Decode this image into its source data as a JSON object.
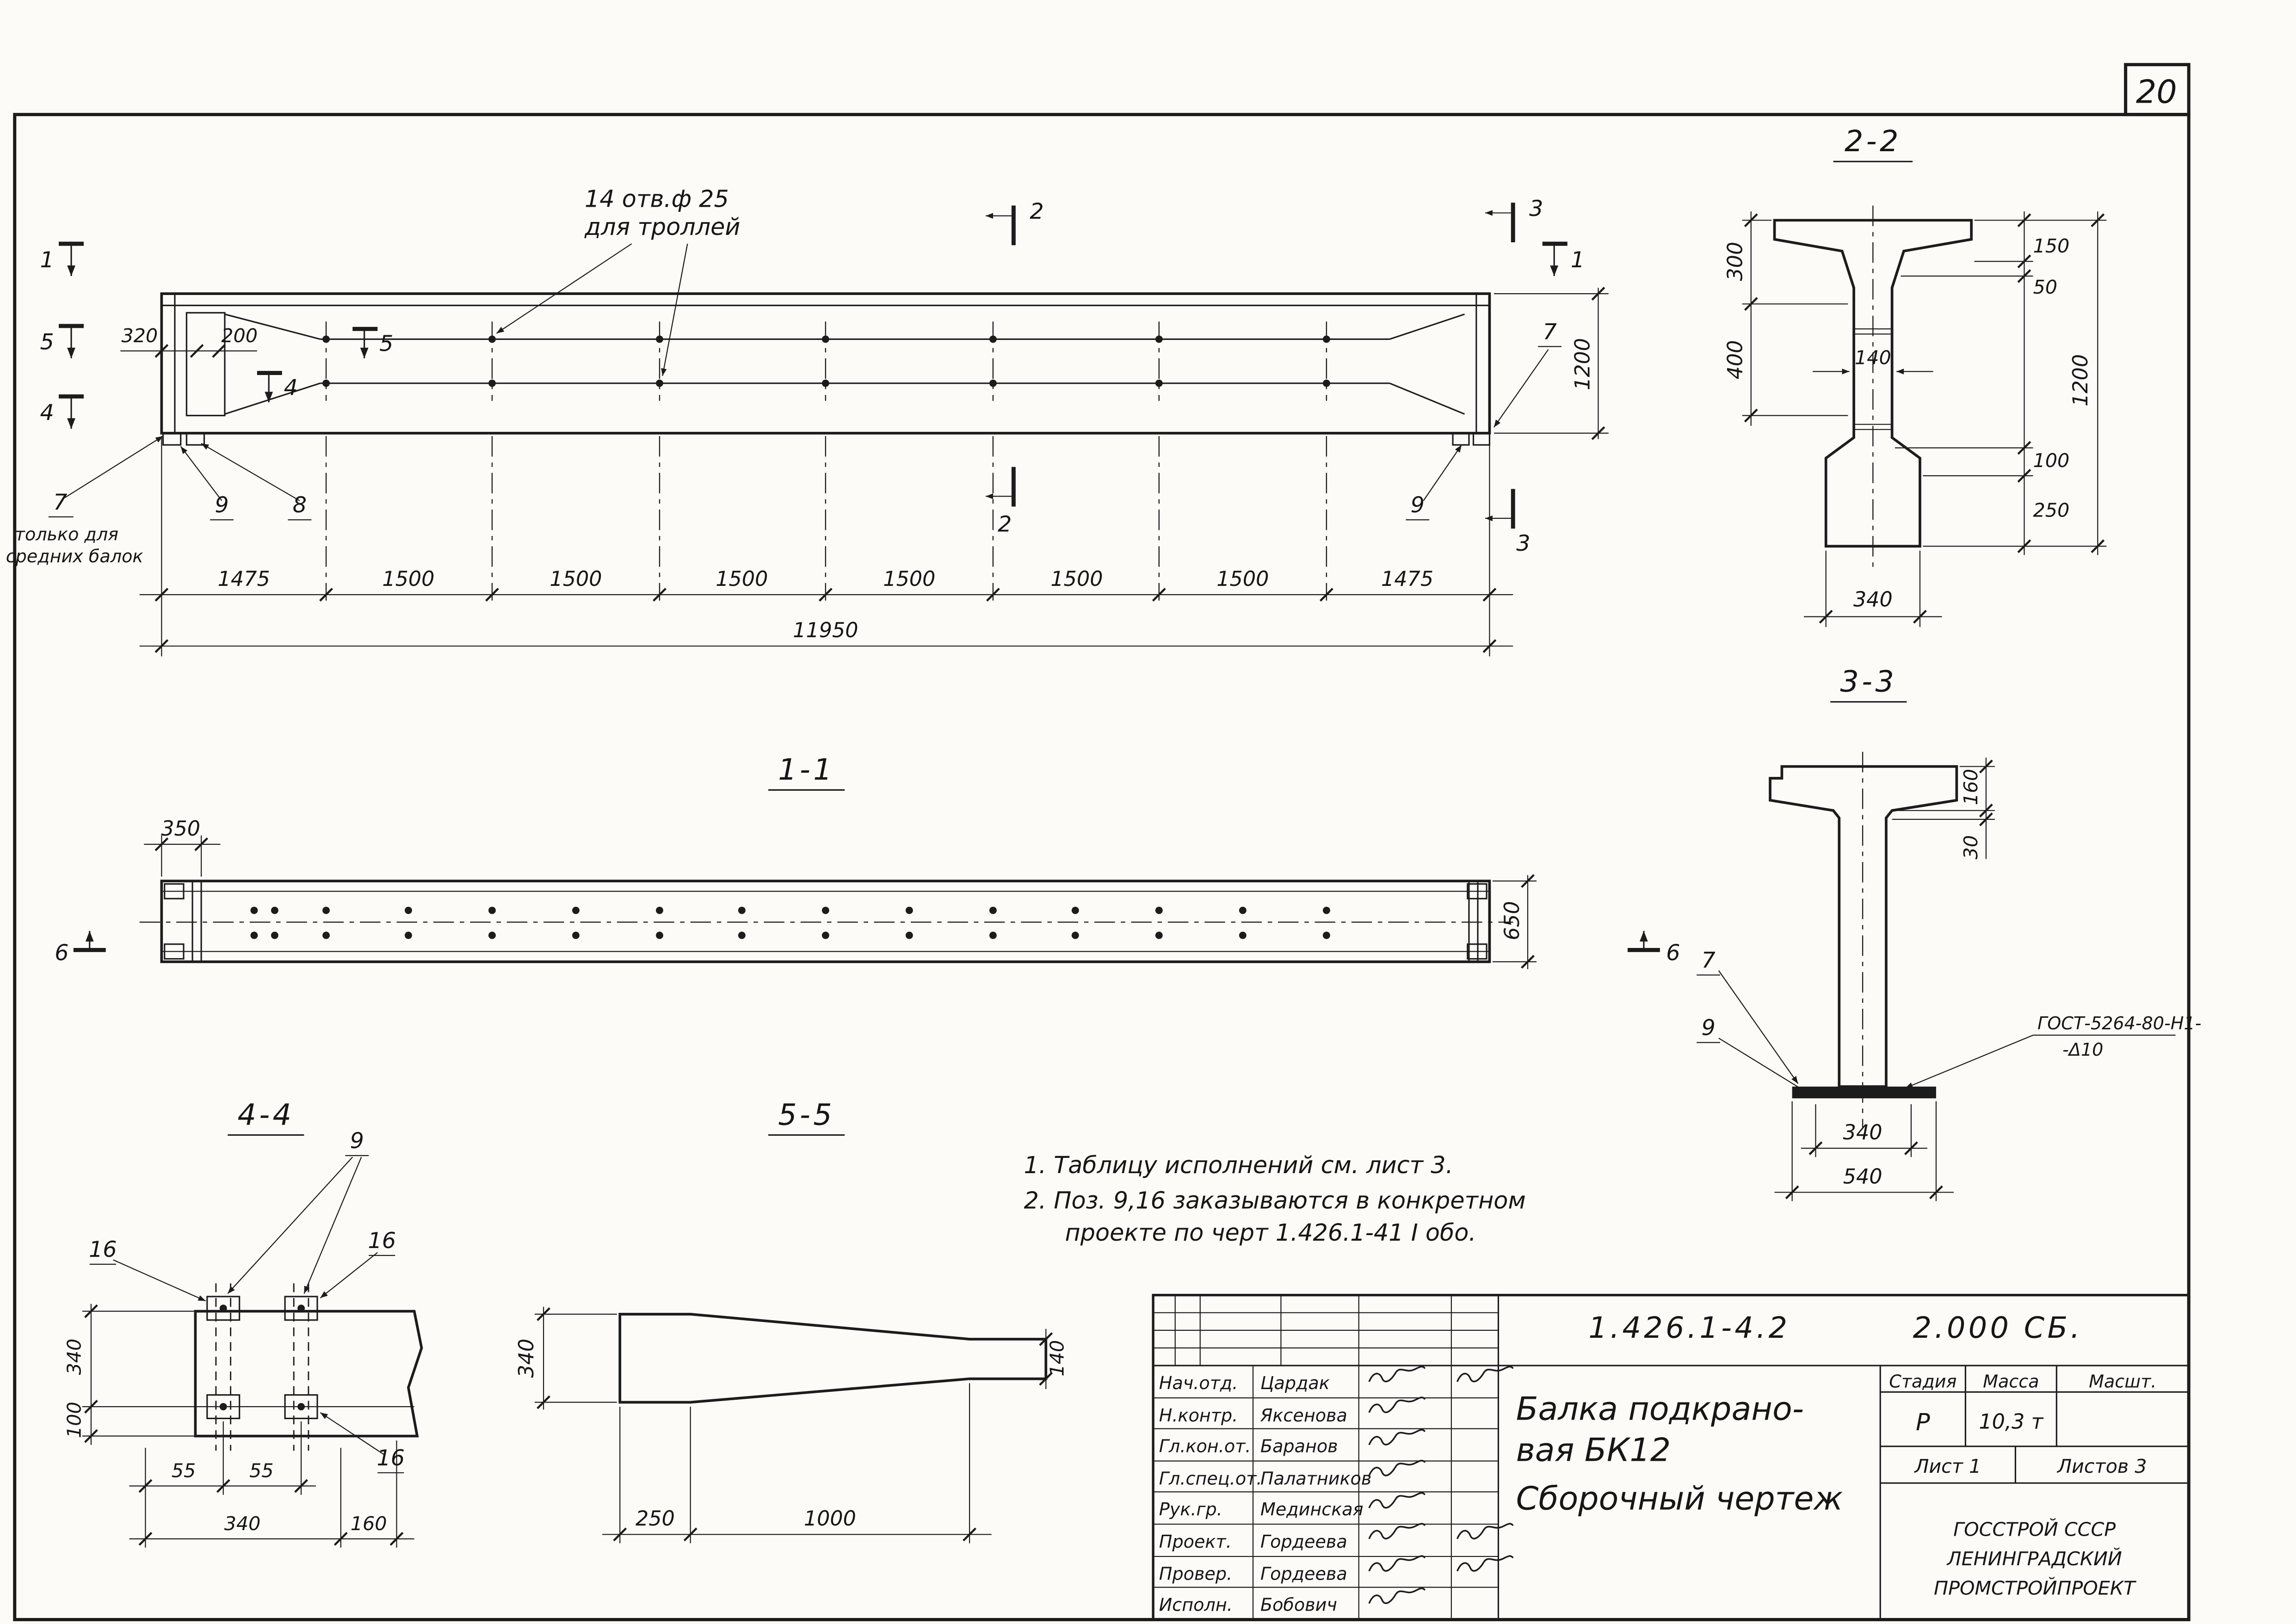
{
  "sheet": {
    "number": "20"
  },
  "positions": {
    "p7": "7",
    "p8": "8",
    "p9": "9",
    "p16": "16"
  },
  "cuts": {
    "c1": "1",
    "c2": "2",
    "c3": "3",
    "c4": "4",
    "c5": "5",
    "c6": "6"
  },
  "elevation": {
    "holes_note_1": "14 отв.ф 25",
    "holes_note_2": "для троллей",
    "only_for_1": "только для",
    "only_for_2": "средних балок",
    "dim_320": "320",
    "dim_200": "200",
    "dim_height": "1200",
    "segments": [
      "1475",
      "1500",
      "1500",
      "1500",
      "1500",
      "1500",
      "1500",
      "1475"
    ],
    "dim_total": "11950"
  },
  "section22": {
    "title": "2-2",
    "dim_300": "300",
    "dim_400": "400",
    "dim_150": "150",
    "dim_50": "50",
    "dim_140": "140",
    "dim_100": "100",
    "dim_250": "250",
    "dim_1200": "1200",
    "dim_340": "340"
  },
  "section11": {
    "title": "1-1",
    "dim_350": "350",
    "dim_650": "650"
  },
  "section33": {
    "title": "3-3",
    "dim_160": "160",
    "dim_30": "30",
    "dim_340": "340",
    "dim_540": "540",
    "weld_1": "ГОСТ-5264-80-Н1-",
    "weld_2": "-Δ10"
  },
  "section44": {
    "title": "4-4",
    "dim_340_v": "340",
    "dim_100": "100",
    "dim_55_a": "55",
    "dim_55_b": "55",
    "dim_340_h": "340",
    "dim_160": "160"
  },
  "section55": {
    "title": "5-5",
    "dim_340": "340",
    "dim_140": "140",
    "dim_250": "250",
    "dim_1000": "1000"
  },
  "notes": {
    "line1": "1. Таблицу исполнений  см. лист 3.",
    "line2": "2. Поз. 9,16 заказываются в конкретном",
    "line3": "проекте по черт 1.426.1-41 I обо."
  },
  "titleblock": {
    "doc_number": "1.426.1-4.2",
    "doc_code": "2.000 СБ.",
    "rows": [
      {
        "role": "Нач.отд.",
        "name": "Цардак"
      },
      {
        "role": "Н.контр.",
        "name": "Яксенова"
      },
      {
        "role": "Гл.кон.от.",
        "name": "Баранов"
      },
      {
        "role": "Гл.спец.от.",
        "name": "Палатников"
      },
      {
        "role": "Рук.гр.",
        "name": "Мединская"
      },
      {
        "role": "Проект.",
        "name": "Гордеева"
      },
      {
        "role": "Провер.",
        "name": "Гордеева"
      },
      {
        "role": "Исполн.",
        "name": "Бобович"
      }
    ],
    "title_line1": "Балка подкрано-",
    "title_line2": "вая БК12",
    "title_line3": "Сборочный чертеж",
    "stage_label": "Стадия",
    "mass_label": "Масса",
    "scale_label": "Масшт.",
    "stage_value": "Р",
    "mass_value": "10,3 т",
    "sheet_info": "Лист 1",
    "sheets_info": "Листов 3",
    "org_line1": "ГОССТРОЙ СССР",
    "org_line2": "ЛЕНИНГРАДСКИЙ",
    "org_line3": "ПРОМСТРОЙПРОЕКТ"
  }
}
